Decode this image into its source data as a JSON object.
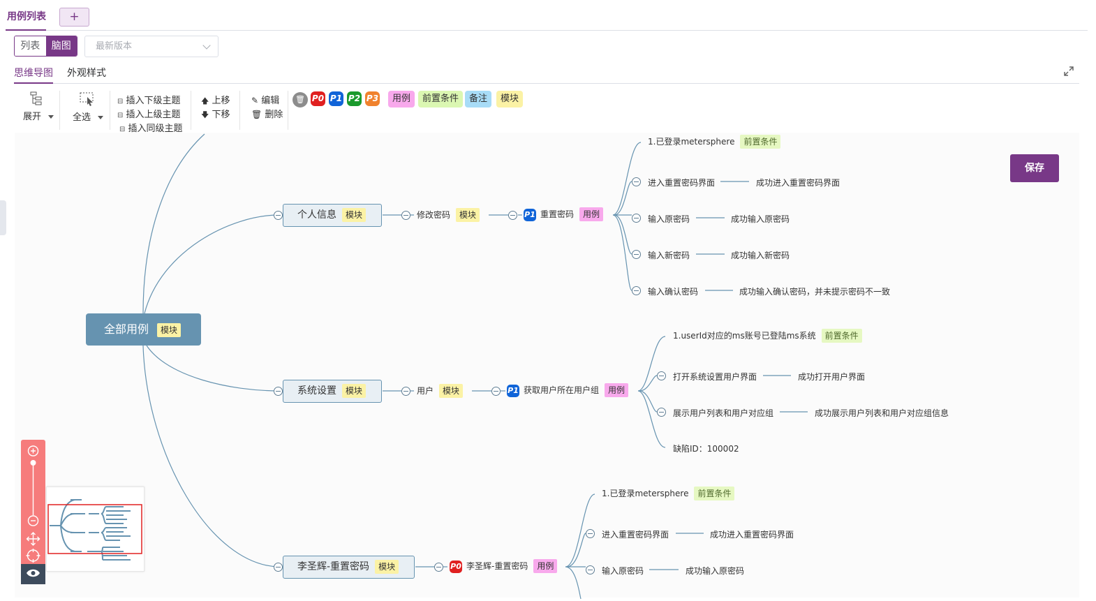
{
  "top_tabs": {
    "active": "用例列表",
    "add": "+"
  },
  "view_toggle": {
    "list": "列表",
    "mind": "脑图"
  },
  "version_select": {
    "placeholder": "最新版本"
  },
  "sub_tabs": [
    "思维导图",
    "外观样式"
  ],
  "toolbar": {
    "expand": "展开",
    "select_all": "全选",
    "insert_child": "插入下级主题",
    "insert_parent": "插入上级主题",
    "insert_sibling": "插入同级主题",
    "move_up": "上移",
    "move_down": "下移",
    "edit": "编辑",
    "delete": "删除",
    "priorities": [
      "P0",
      "P1",
      "P2",
      "P3"
    ],
    "tags": [
      "用例",
      "前置条件",
      "备注",
      "模块"
    ]
  },
  "colors": {
    "brand": "#783887",
    "root": "#6693b0",
    "p0": "#e02020",
    "p1": "#1064d8",
    "p2": "#1a9a2c",
    "p3": "#f0822d",
    "zoom": "#f67c7c"
  },
  "save": "保存",
  "mindmap": {
    "root": {
      "label": "全部用例",
      "tag": "模块"
    },
    "branch1": {
      "label": "个人信息",
      "tag": "模块",
      "module": {
        "label": "修改密码",
        "tag": "模块"
      },
      "case": {
        "priority": "P1",
        "label": "重置密码",
        "tag": "用例"
      },
      "pre": {
        "label": "1.已登录metersphere",
        "tag": "前置条件"
      },
      "steps": [
        {
          "step": "进入重置密码界面",
          "result": "成功进入重置密码界面"
        },
        {
          "step": "输入原密码",
          "result": "成功输入原密码"
        },
        {
          "step": "输入新密码",
          "result": "成功输入新密码"
        },
        {
          "step": "输入确认密码",
          "result": "成功输入确认密码，并未提示密码不一致"
        }
      ]
    },
    "branch2": {
      "label": "系统设置",
      "tag": "模块",
      "module": {
        "label": "用户",
        "tag": "模块"
      },
      "case": {
        "priority": "P1",
        "label": "获取用户所在用户组",
        "tag": "用例"
      },
      "pre": {
        "label": "1.userId对应的ms账号已登陆ms系统",
        "tag": "前置条件"
      },
      "steps": [
        {
          "step": "打开系统设置用户界面",
          "result": "成功打开用户界面"
        },
        {
          "step": "展示用户列表和用户对应组",
          "result": "成功展示用户列表和用户对应组信息"
        }
      ],
      "note": "缺陷ID：100002"
    },
    "branch3": {
      "label": "李圣辉-重置密码",
      "tag": "模块",
      "case": {
        "priority": "P0",
        "label": "李圣辉-重置密码",
        "tag": "用例"
      },
      "pre": {
        "label": "1.已登录metersphere",
        "tag": "前置条件"
      },
      "steps": [
        {
          "step": "进入重置密码界面",
          "result": "成功进入重置密码界面"
        },
        {
          "step": "输入原密码",
          "result": "成功输入原密码"
        }
      ]
    }
  }
}
